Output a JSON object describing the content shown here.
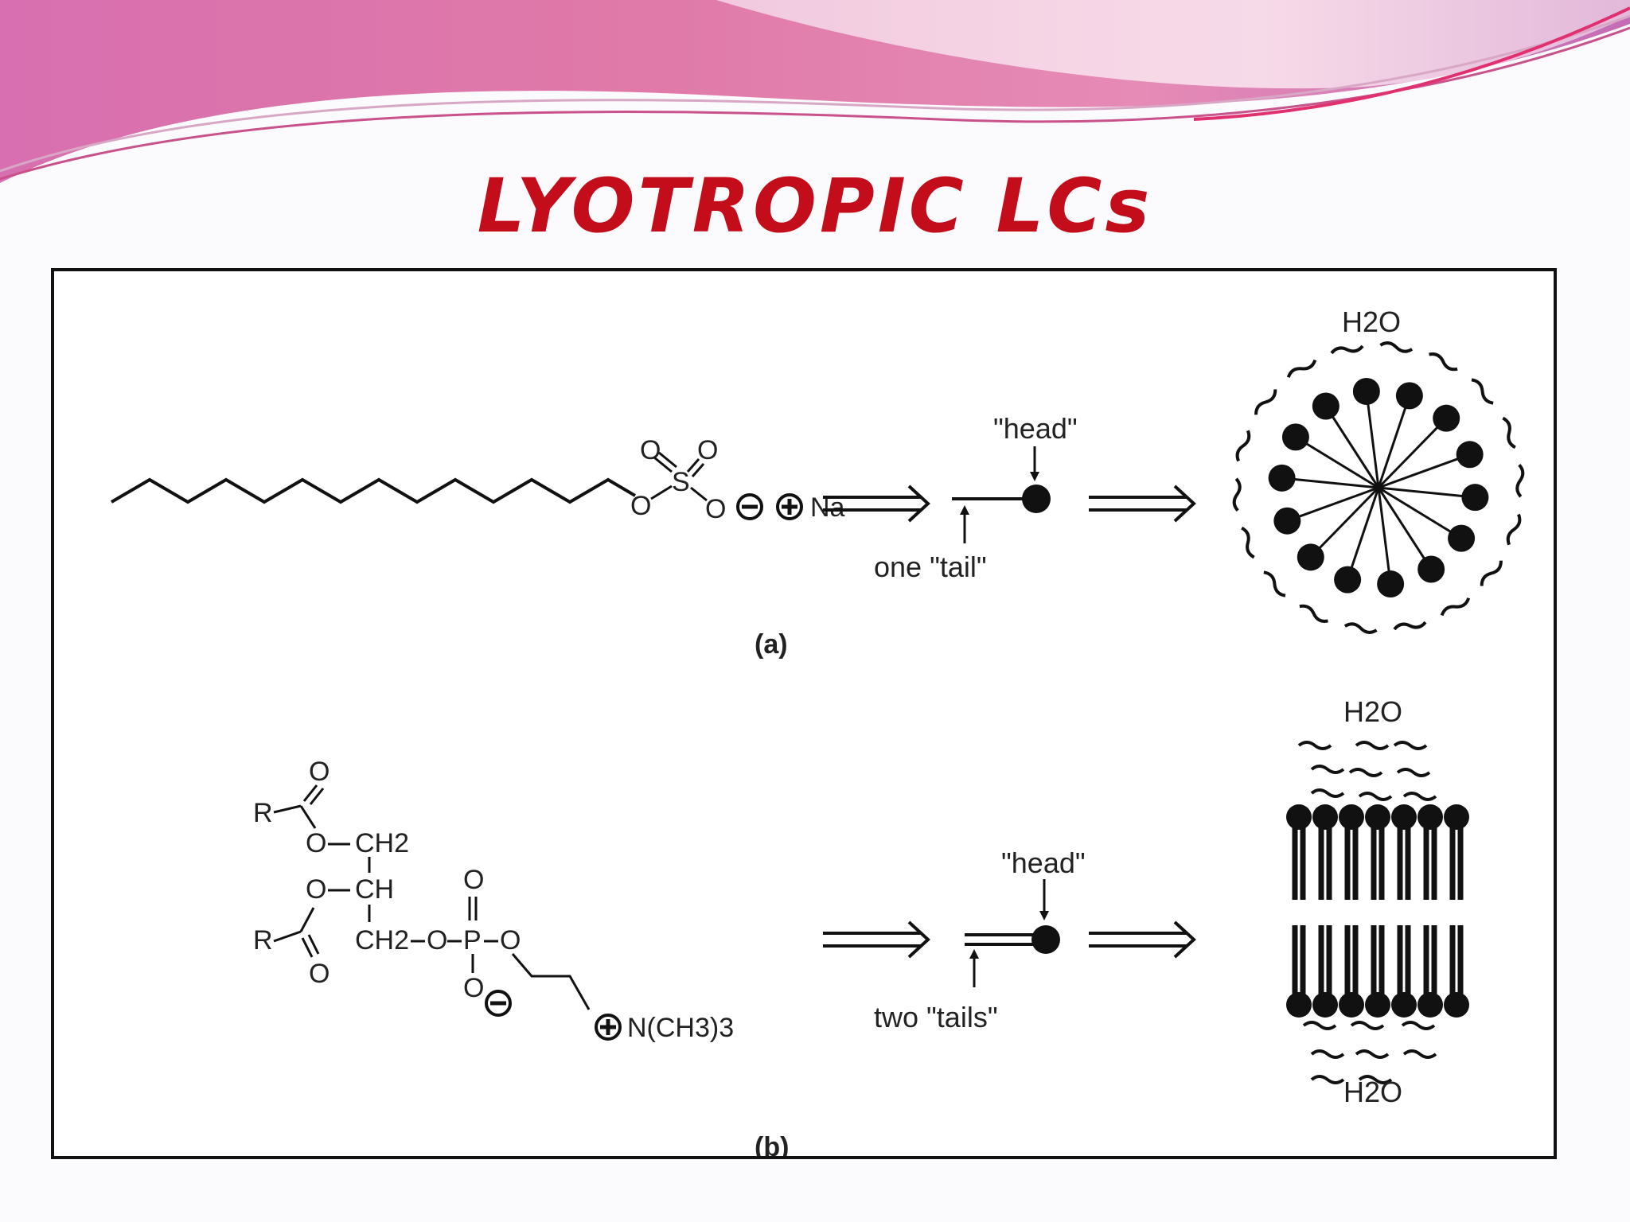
{
  "slide": {
    "title": "LYOTROPIC LCs"
  },
  "colors": {
    "title": "#c40d1a",
    "banner_pink": "#e07aa8",
    "banner_magenta": "#d65aa0",
    "ink": "#111111"
  },
  "panel_a": {
    "label": "(a)",
    "head_label": "\"head\"",
    "tail_label": "one \"tail\"",
    "water_label": "H2O",
    "atoms": {
      "O1": "O",
      "O2": "O",
      "O3": "O",
      "O4": "O",
      "S": "S",
      "Na": "Na"
    }
  },
  "panel_b": {
    "label": "(b)",
    "head_label": "\"head\"",
    "tail_label": "two \"tails\"",
    "water_top": "H2O",
    "water_bottom": "H2O",
    "atoms": {
      "R1": "R",
      "R2": "R",
      "O_c1": "O",
      "O_c2": "O",
      "O_e1": "O",
      "O_e2": "O",
      "CH2_top": "CH2",
      "CH": "CH",
      "CH2_bot": "CH2",
      "O_link": "O",
      "P": "P",
      "O_p_top": "O",
      "O_p_right": "O",
      "O_p_neg": "O",
      "N_group": "N(CH3)3"
    }
  }
}
